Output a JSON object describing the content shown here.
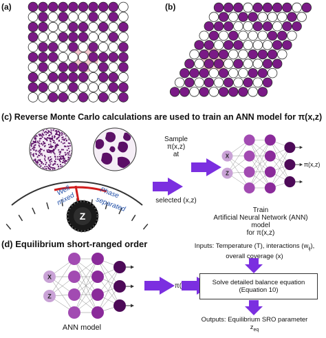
{
  "colors": {
    "purple": "#7a1a86",
    "light_purple": "#c9a2d6",
    "highlight": "#f3b3bf",
    "arrow": "#7b2fe0",
    "outline": "#2a2a2a"
  },
  "panel_a": {
    "label": "(a)",
    "grid": [
      "1111111110",
      "0101001010",
      "1100110101",
      "1001110010",
      "0110101001",
      "1110001111",
      "0101110101",
      "1011110110",
      "1100100011",
      "0011010101"
    ]
  },
  "panel_b": {
    "label": "(b)",
    "grid": [
      "1110111101",
      "0101100010",
      "1110011011",
      "0101000110",
      "1101100011",
      "0111001110",
      "1011010011",
      "1110100110",
      "0101010101",
      "1101011101"
    ]
  },
  "panel_c": {
    "title_prefix": "(c) Reverse Monte Carlo calculations are used to train an ANN model for ",
    "title_symbol": "π(x,z)",
    "gauge": {
      "left_label_1": "Well",
      "left_label_2": "mixed",
      "right_label_1": "Phase",
      "right_label_2": "separated",
      "knob_label": "Z"
    },
    "sample_text": [
      "Sample",
      "π(x,z)",
      "at",
      "selected (x,z)"
    ],
    "ann_inputs": [
      "X",
      "Z"
    ],
    "ann_output": "π(x,z)",
    "train_text": [
      "Train",
      "Artificial Neural Network (ANN)",
      "model",
      "for π(x,z)"
    ]
  },
  "panel_d": {
    "title": "(d) Equilibrium short-ranged order",
    "ann_inputs": [
      "X",
      "Z"
    ],
    "ann_output": "π(x,z)",
    "ann_label": "ANN model",
    "inputs_text_1": "Inputs: Temperature (T), interactions (w",
    "inputs_sub": "ij",
    "inputs_text_1_end": "),",
    "inputs_text_2": "overall coverage (x)",
    "box_line_1": "Solve detailed balance equation",
    "box_line_2": "(Equation 10)",
    "outputs_text": "Outputs: Equilibrium SRO parameter",
    "outputs_symbol": "z",
    "outputs_sub": "eq"
  }
}
